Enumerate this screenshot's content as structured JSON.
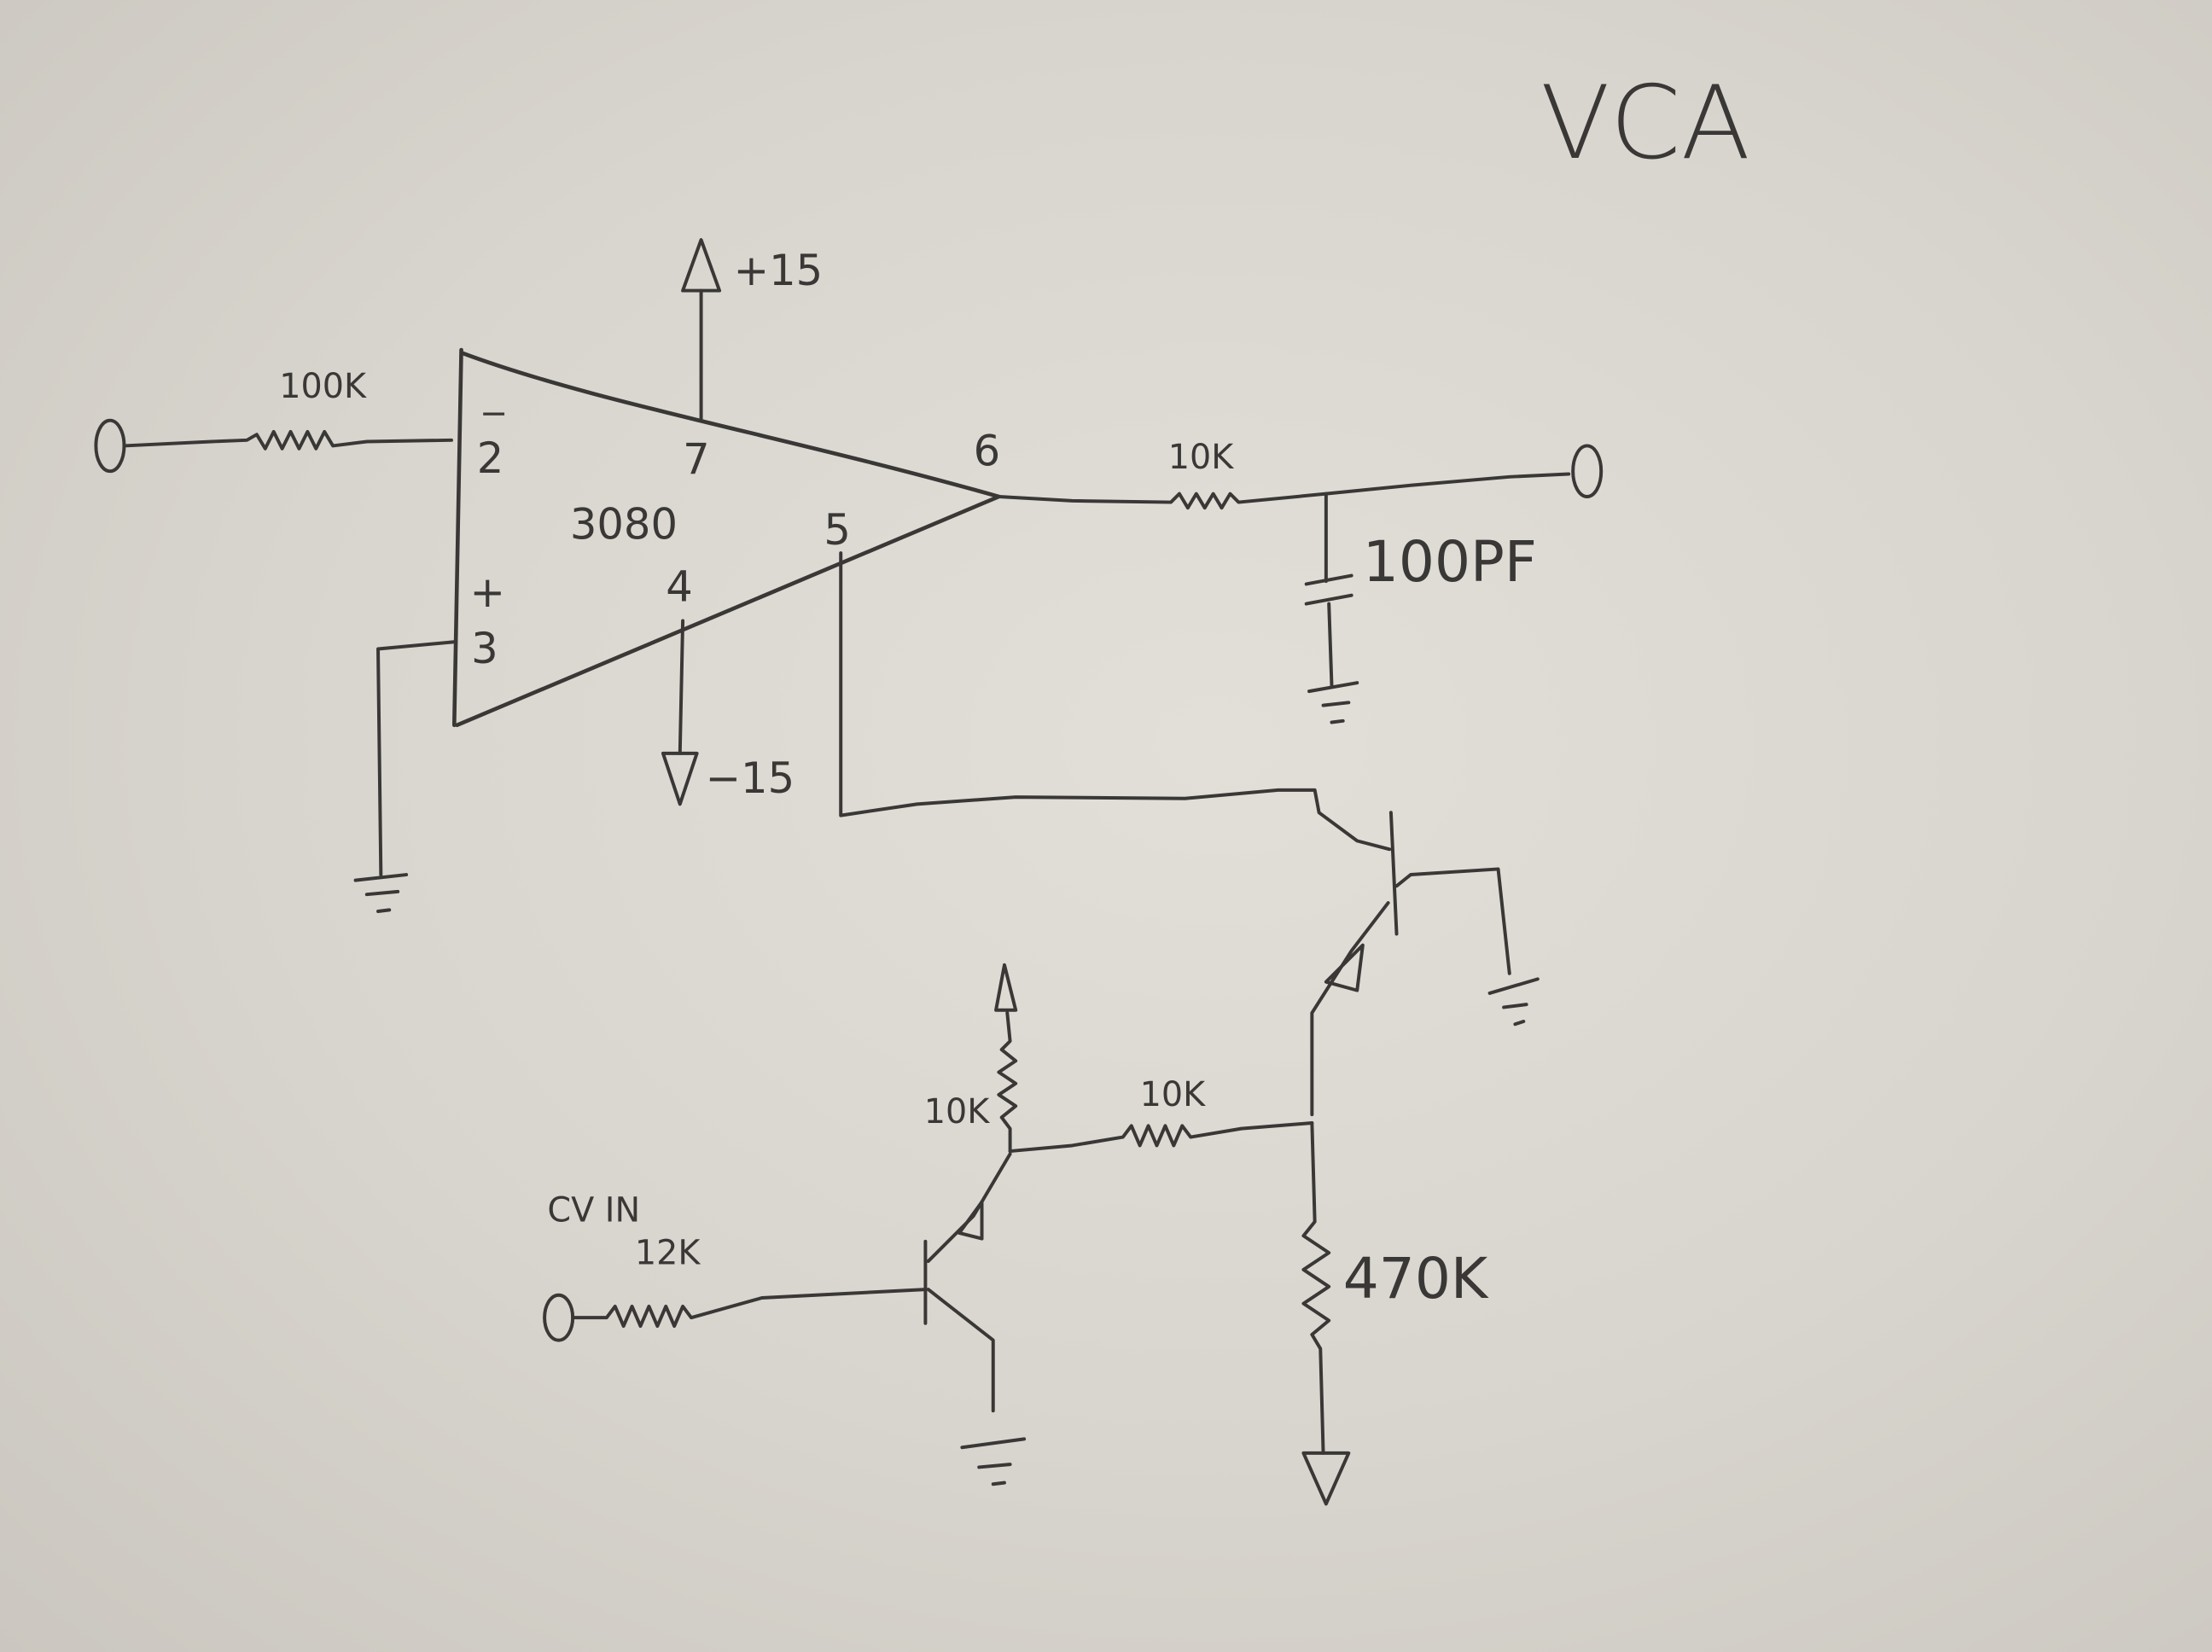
{
  "title": "VCA",
  "ota": {
    "part": "3080",
    "pins": {
      "inv": "2",
      "noninv": "3",
      "vplus": "7",
      "vminus": "4",
      "iabc": "5",
      "out": "6"
    },
    "inv_sign": "−",
    "noninv_sign": "+"
  },
  "supplies": {
    "positive": "+15",
    "negative": "−15"
  },
  "components": {
    "r_in": "100K",
    "r_out": "10K",
    "c_out": "100PF",
    "r_cv": "12K",
    "r_pullup": "10K",
    "r_link": "10K",
    "r_bias": "470K"
  },
  "labels": {
    "cv_in": "CV IN"
  }
}
